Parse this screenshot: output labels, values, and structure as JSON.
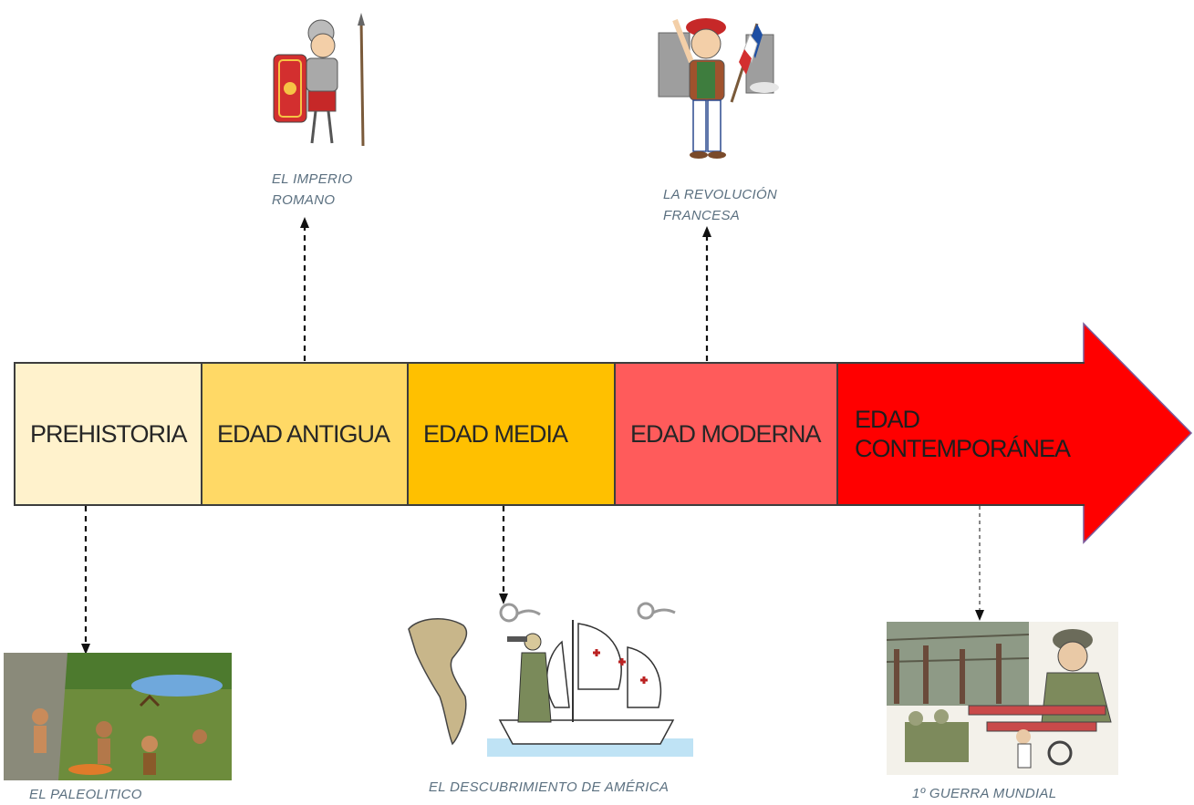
{
  "periods": [
    {
      "label": "PREHISTORIA",
      "color": "#fff2cc"
    },
    {
      "label": "EDAD ANTIGUA",
      "color": "#ffd966"
    },
    {
      "label": "EDAD MEDIA",
      "color": "#ffc000"
    },
    {
      "label": "EDAD MODERNA",
      "color": "#ff5b5b"
    },
    {
      "label": "EDAD CONTEMPORÁNEA",
      "color": "#ff0000"
    }
  ],
  "events": {
    "imperio_romano": {
      "label": "EL IMPERIO ROMANO",
      "icon": "roman-soldier-illustration"
    },
    "revolucion_francesa": {
      "label": "LA REVOLUCIÓN FRANCESA",
      "icon": "french-revolutionary-illustration"
    },
    "paleolitico": {
      "label": "EL PALEOLITICO",
      "icon": "stone-age-scene-illustration"
    },
    "descubrimiento": {
      "label": "EL DESCUBRIMIENTO DE AMÉRICA",
      "icon": "caravel-and-map-illustration"
    },
    "guerra_mundial": {
      "label": "1º GUERRA MUNDIAL",
      "icon": "world-war-one-illustration"
    }
  },
  "colors": {
    "arrow_head": "#ff0000",
    "caption": "#5b7080",
    "connector": "#111111"
  }
}
